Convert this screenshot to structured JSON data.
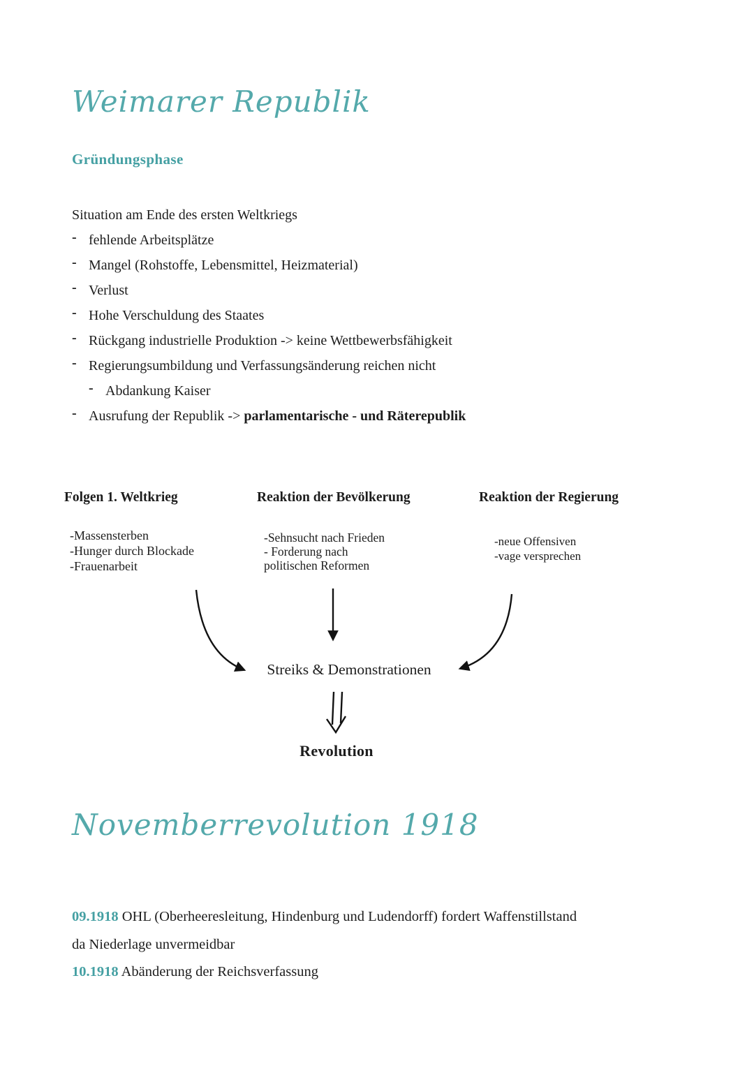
{
  "colors": {
    "accent_teal": "#4aa5a7",
    "text": "#1d1d1d"
  },
  "header": {
    "title": "Weimarer Republik",
    "subtitle": "Gründungsphase"
  },
  "situation": {
    "bullet_marker": "-",
    "lead": "Situation am Ende des ersten Weltkriegs",
    "items": [
      {
        "text": "fehlende Arbeitsplätze"
      },
      {
        "text": "Mangel (Rohstoffe, Lebensmittel, Heizmaterial)"
      },
      {
        "text": "Verlust"
      },
      {
        "text": "Hohe Verschuldung des Staates"
      },
      {
        "text": "Rückgang industrielle Produktion -> keine Wettbewerbsfähigkeit"
      },
      {
        "text": "Regierungsumbildung und Verfassungsänderung reichen nicht"
      },
      {
        "text": "Abdankung Kaiser",
        "indent": true
      },
      {
        "text": "Ausrufung der Republik -> ",
        "bold_text": "parlamentarische - und Räterepublik"
      }
    ]
  },
  "diagram": {
    "columns": [
      {
        "heading": "Folgen 1. Weltkrieg",
        "lines": [
          "-Massensterben",
          "-Hunger durch Blockade",
          "-Frauenarbeit"
        ]
      },
      {
        "heading": "Reaktion der Bevölkerung",
        "lines": [
          "-Sehnsucht nach Frieden",
          "- Forderung nach",
          "politischen Reformen"
        ]
      },
      {
        "heading": "Reaktion der Regierung",
        "lines": [
          "-neue Offensiven",
          "-vage versprechen"
        ]
      }
    ],
    "convergence": "Streiks & Demonstrationen",
    "result": "Revolution"
  },
  "november": {
    "title": "Novemberrevolution 1918",
    "lines": [
      {
        "date": "09.1918",
        "text": "OHL (Oberheeresleitung, Hindenburg und Ludendorff) fordert Waffenstillstand"
      },
      {
        "date": "",
        "text": "da Niederlage unvermeidbar"
      },
      {
        "date": "10.1918",
        "text": "Abänderung der Reichsverfassung"
      }
    ]
  }
}
